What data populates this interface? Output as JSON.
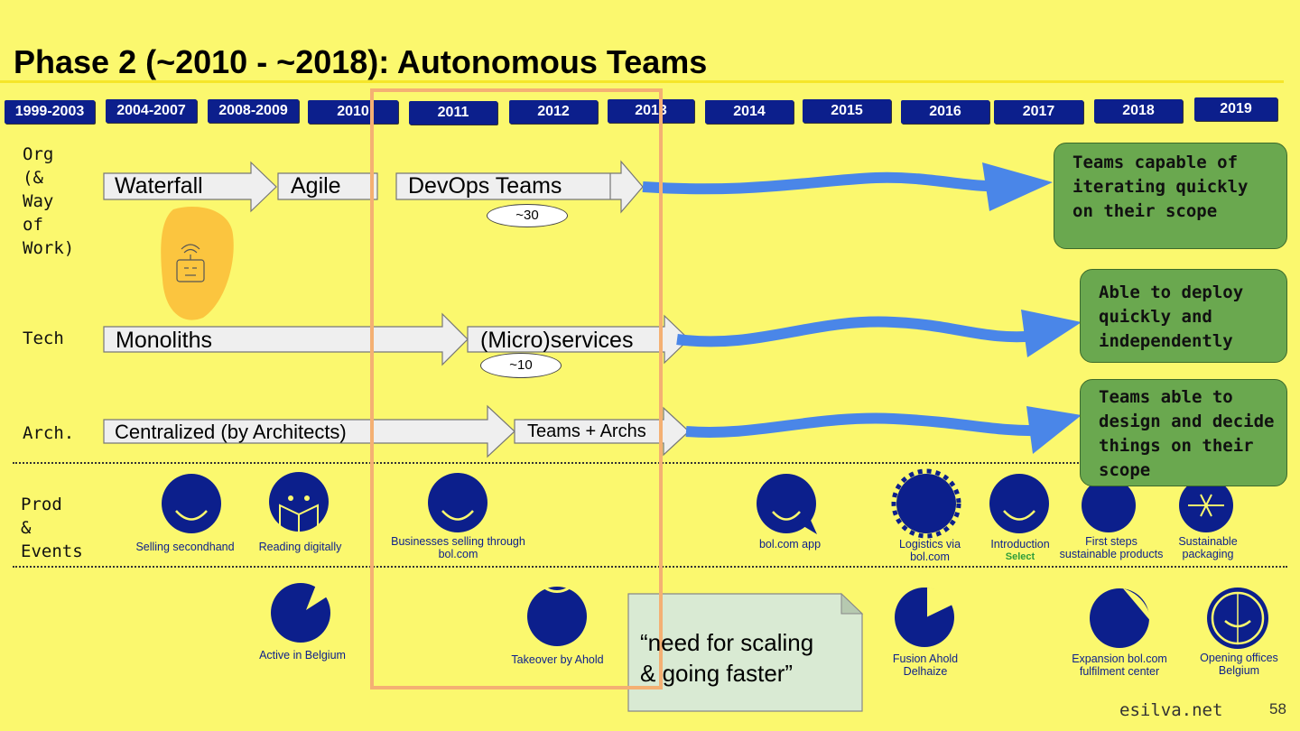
{
  "title": "Phase 2 (~2010 - ~2018): Autonomous Teams",
  "years": [
    "1999-2003",
    "2004-2007",
    "2008-2009",
    "2010",
    "2011",
    "2012",
    "2013",
    "2014",
    "2015",
    "2016",
    "2017",
    "2018",
    "2019"
  ],
  "rows": {
    "org": "Org\n(&\nWay\nof\nWork)",
    "tech": "Tech",
    "arch": "Arch.",
    "prod": "Prod\n&\nEvents"
  },
  "org_arrows": {
    "waterfall": "Waterfall",
    "agile": "Agile",
    "devops": "DevOps Teams",
    "devops_count": "~30"
  },
  "tech_arrows": {
    "monoliths": "Monoliths",
    "micro": "(Micro)services",
    "micro_count": "~10"
  },
  "arch_arrows": {
    "centralized": "Centralized (by Architects)",
    "teams": "Teams + Archs"
  },
  "outcomes": {
    "org": "Teams capable of iterating quickly on their scope",
    "tech": "Able to deploy quickly and independently",
    "arch": "Teams able to design and decide things on their scope"
  },
  "products": [
    {
      "label": "Selling secondhand"
    },
    {
      "label": "Reading digitally"
    },
    {
      "label": "Businesses selling through\nbol.com"
    },
    {
      "label": "bol.com app"
    },
    {
      "label": "Logistics via\nbol.com"
    },
    {
      "label": "Introduction",
      "sub": "Select"
    },
    {
      "label": "First steps\nsustainable products"
    },
    {
      "label": "Sustainable\npackaging"
    }
  ],
  "events": [
    {
      "label": "Active in Belgium"
    },
    {
      "label": "Takeover by Ahold"
    },
    {
      "label": "Fusion Ahold\nDelhaize"
    },
    {
      "label": "Expansion bol.com\nfulfilment center"
    },
    {
      "label": "Opening offices\nBelgium"
    }
  ],
  "quote": "“need for scaling\n& going faster”",
  "footer": {
    "site": "esilva.net",
    "page": "58"
  },
  "colors": {
    "background": "#FBF86E",
    "navy": "#0C1F8C",
    "arrow_blue": "#4A86E8",
    "green": "#6AA84F",
    "highlight": "#F4B073"
  }
}
